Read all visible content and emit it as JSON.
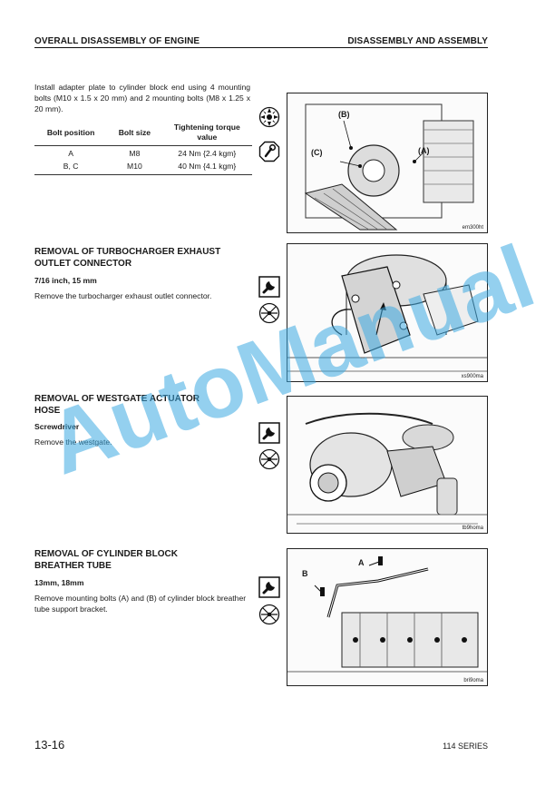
{
  "header": {
    "left": "OVERALL DISASSEMBLY OF ENGINE",
    "right": "DISASSEMBLY AND ASSEMBLY"
  },
  "intro": {
    "text": "Install adapter plate to cylinder block end using 4 mounting bolts (M10 x 1.5 x 20 mm) and 2 mounting bolts (M8 x 1.25 x 20 mm)."
  },
  "torque_table": {
    "headers": [
      "Bolt position",
      "Bolt size",
      "Tightening torque value"
    ],
    "rows": [
      [
        "A",
        "M8",
        "24 Nm {2.4 kgm}"
      ],
      [
        "B, C",
        "M10",
        "40 Nm {4.1 kgm}"
      ]
    ]
  },
  "figures": {
    "fig1": {
      "code": "em300ht",
      "labels": [
        "(B)",
        "(C)",
        "(A)"
      ]
    },
    "fig2": {
      "code": "xs900ma"
    },
    "fig3": {
      "code": "tb9homa"
    },
    "fig4": {
      "code": "bri9oma",
      "labels": [
        "B",
        "A"
      ]
    }
  },
  "sections": [
    {
      "title_line1": "REMOVAL OF TURBOCHARGER EXHAUST",
      "title_line2": "OUTLET CONNECTOR",
      "tool": "7/16 inch, 15 mm",
      "text": "Remove the turbocharger exhaust outlet connector."
    },
    {
      "title_line1": "REMOVAL OF WESTGATE ACTUATOR",
      "title_line2": "HOSE",
      "tool": "Screwdriver",
      "text": "Remove the westgate."
    },
    {
      "title_line1": "REMOVAL OF CYLINDER BLOCK",
      "title_line2": "BREATHER TUBE",
      "tool": "13mm, 18mm",
      "text": "Remove mounting bolts (A) and (B) of cylinder block breather tube support bracket."
    }
  ],
  "icons": [
    "tighten-icon",
    "torque-wrench-icon",
    "wrench-icon",
    "remove-icon"
  ],
  "watermark": "AutoManual",
  "footer": {
    "page": "13-16",
    "series": "114 SERIES"
  }
}
